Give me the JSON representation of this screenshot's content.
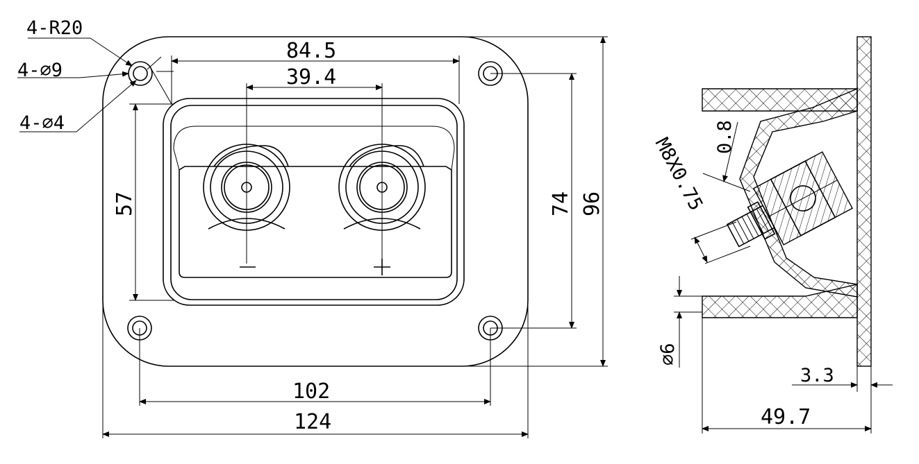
{
  "front_view": {
    "callout_radius": "4-R20",
    "callout_hole_large": "4-⌀9",
    "callout_hole_small": "4-⌀4",
    "dim_cutout_width": "84.5",
    "dim_terminal_spacing": "39.4",
    "dim_cutout_height": "57",
    "dim_hole_vertical": "74",
    "dim_overall_height": "96",
    "dim_hole_horizontal": "102",
    "dim_overall_width": "124",
    "terminal_negative": "−",
    "terminal_positive": "+"
  },
  "side_view": {
    "dim_thread": "M8X0.75",
    "dim_thickness": "0.8",
    "dim_diameter": "⌀6",
    "dim_flange": "3.3",
    "dim_depth": "49.7"
  }
}
